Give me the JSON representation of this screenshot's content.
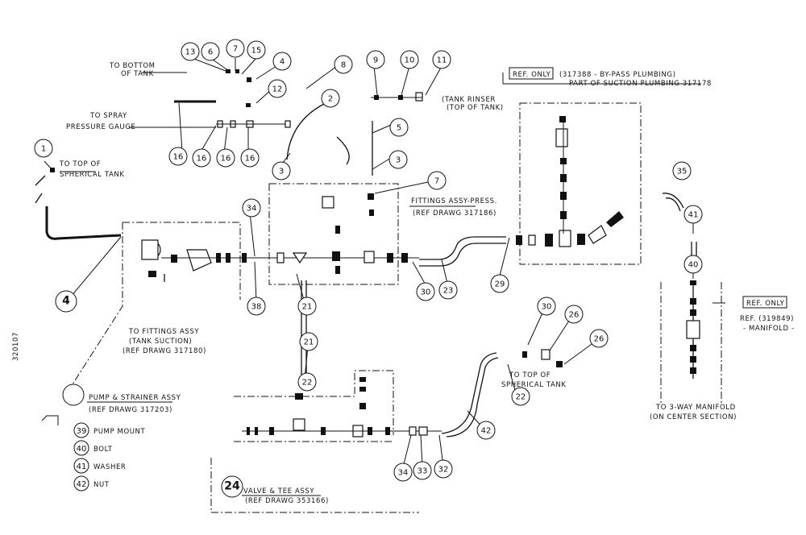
{
  "drawing_number": "320107",
  "text": {
    "to_bottom_of_tank_1": "TO BOTTOM",
    "to_bottom_of_tank_2": "OF TANK",
    "to_spray_gauge_1": "TO SPRAY",
    "to_spray_gauge_2": "PRESSURE GAUGE",
    "to_top_spherical_1": "TO TOP OF",
    "to_top_spherical_2": "SPHERICAL TANK",
    "ref_only_top": "REF. ONLY",
    "bypass_line": "(317388 - BY-PASS PLUMBING)",
    "part_of_suction": "PART OF SUCTION PLUMBING 317178",
    "tank_rinser_1": "(TANK RINSER",
    "tank_rinser_2": "(TOP OF TANK)",
    "fittings_press_1": "FITTINGS ASSY-PRESS.",
    "fittings_press_2": "(REF DRAWG 317186)",
    "fittings_suction_1": "TO FITTINGS ASSY",
    "fittings_suction_2": "(TANK SUCTION)",
    "fittings_suction_3": "(REF DRAWG 317180)",
    "pump_strainer_1": "PUMP & STRAINER ASSY",
    "pump_strainer_2": "(REF DRAWG 317203)",
    "valve_tee_1": "VALVE & TEE ASSY",
    "valve_tee_2": "(REF DRAWG 353166)",
    "to_top_spherical_b1": "TO TOP OF",
    "to_top_spherical_b2": "SPHERICAL TANK",
    "ref_only_right": "REF. ONLY",
    "ref_manifold_1": "REF. (319849)",
    "ref_manifold_2": "- MANIFOLD -",
    "to_3way_1": "TO 3-WAY MANIFOLD",
    "to_3way_2": "(ON CENTER SECTION)"
  },
  "parts_legend": [
    {
      "number": "39",
      "name": "PUMP MOUNT"
    },
    {
      "number": "40",
      "name": "BOLT"
    },
    {
      "number": "41",
      "name": "WASHER"
    },
    {
      "number": "42",
      "name": "NUT"
    }
  ],
  "callouts": [
    "13",
    "6",
    "7",
    "15",
    "4",
    "12",
    "8",
    "9",
    "10",
    "11",
    "16",
    "16",
    "16",
    "16",
    "5",
    "3",
    "3",
    "1",
    "2",
    "7",
    "4",
    "34",
    "38",
    "21",
    "21",
    "22",
    "24",
    "22",
    "30",
    "23",
    "29",
    "30",
    "26",
    "26",
    "42",
    "32",
    "33",
    "34",
    "35",
    "41",
    "40"
  ]
}
